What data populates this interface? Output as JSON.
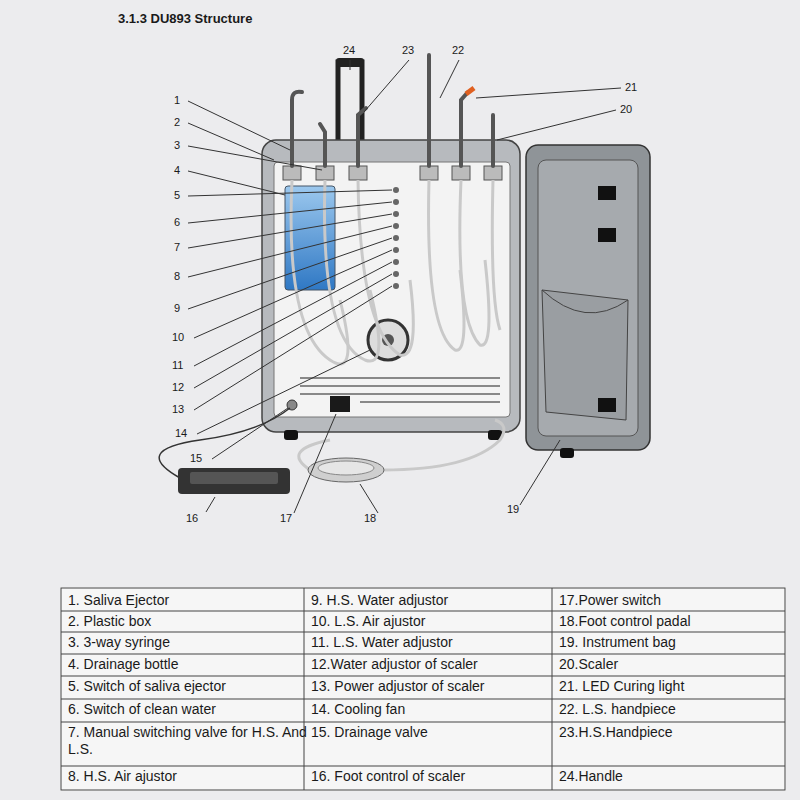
{
  "diagram": {
    "title": "3.1.3 DU893 Structure",
    "labels": [
      "1",
      "2",
      "3",
      "4",
      "5",
      "6",
      "7",
      "8",
      "9",
      "10",
      "11",
      "12",
      "13",
      "14",
      "15",
      "16",
      "17",
      "18",
      "19",
      "20",
      "21",
      "22",
      "23",
      "24",
      "1. Saliva Ejector",
      "9. H.S. Water adjustor",
      "17.Power switch",
      "2. Plastic box",
      "10. L.S. Air ajustor",
      "18.Foot control padal",
      "3. 3-way syringe",
      "11. L.S. Water adjustor",
      "19. Instrument bag",
      "4. Drainage bottle",
      "12.Water adjustor of scaler",
      "20.Scaler",
      "5. Switch of saliva ejector",
      "13. Power adjustor of scaler",
      "21. LED Curing light",
      "6. Switch of clean water",
      "14. Cooling fan",
      "22. L.S. handpiece",
      "7. Manual switching valve for H.S. And L.S.",
      "15. Drainage valve",
      "23.H.S.Handpiece",
      "8. H.S. Air ajustor",
      "16. Foot control of scaler",
      "24.Handle"
    ]
  }
}
